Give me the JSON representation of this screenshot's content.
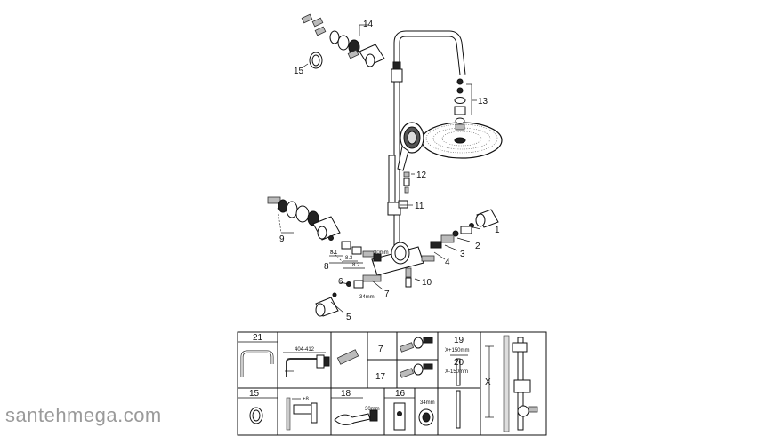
{
  "callouts": {
    "c1": "1",
    "c2": "2",
    "c3": "3",
    "c4": "4",
    "c5": "5",
    "c6": "6",
    "c7": "7",
    "c8": "8",
    "c8_1": "8.1",
    "c8_2": "8.2",
    "c8_3": "8.3",
    "c9": "9",
    "c10": "10",
    "c11": "11",
    "c12": "12",
    "c13": "13",
    "c14": "14",
    "c15": "15"
  },
  "dims": {
    "d30": "30mm",
    "d34": "34mm"
  },
  "table": {
    "t21": "21",
    "t404": "404-412",
    "t7": "7",
    "t17": "17",
    "t19": "19",
    "t19sub": "X+150mm",
    "t20": "20",
    "t20sub": "X-150mm",
    "tX": "X",
    "t15": "15",
    "t8mark": "+8",
    "t18": "18",
    "t16": "16",
    "t30": "30mm",
    "t34": "34mm"
  },
  "watermark": "santehmega.com"
}
